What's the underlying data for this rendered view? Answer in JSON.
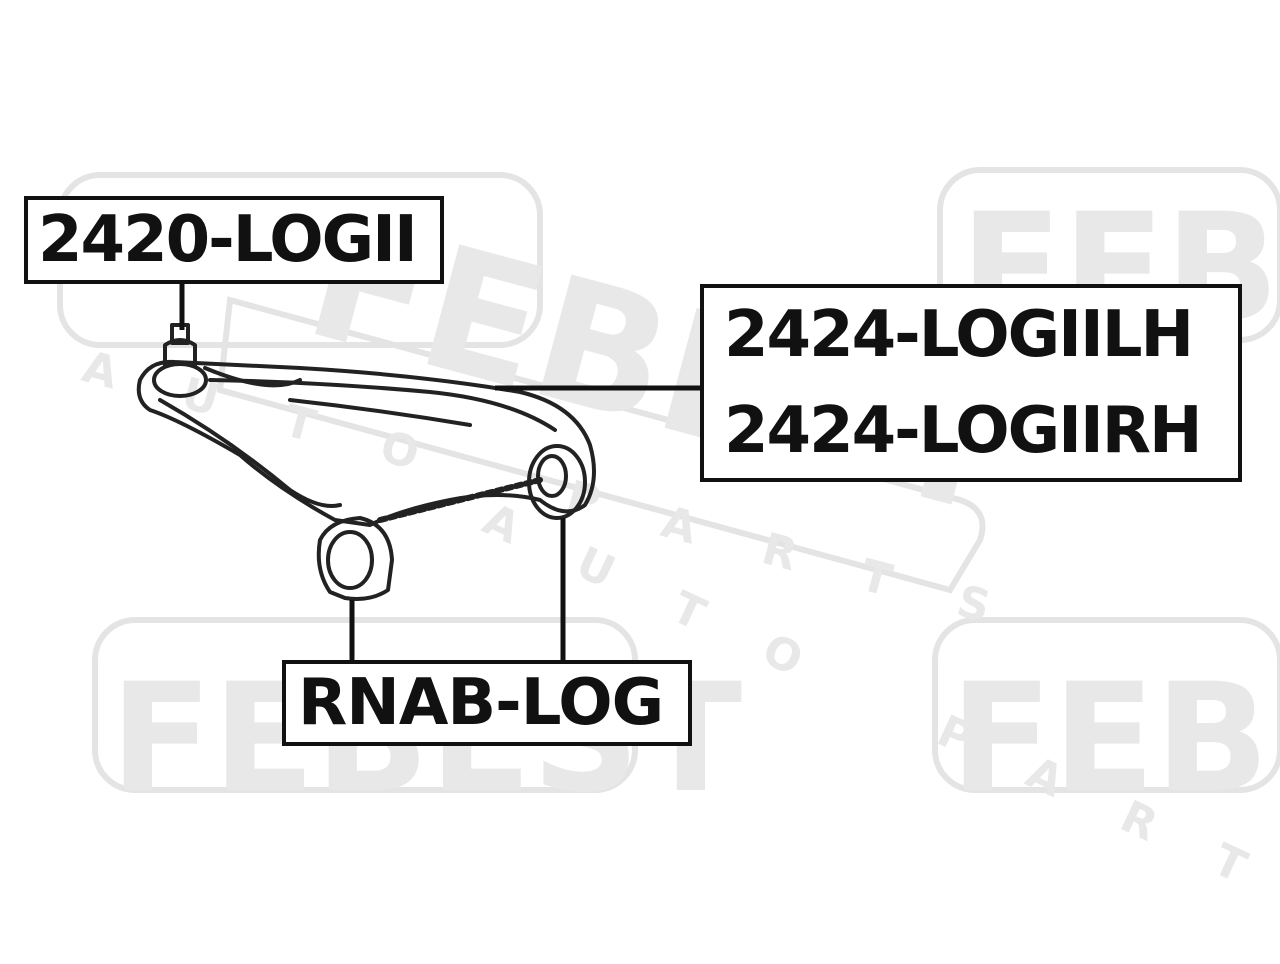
{
  "labels": {
    "ball_joint": "2420-LOGII",
    "arm_left": "2424-LOGIILH",
    "arm_right": "2424-LOGIIRH",
    "bushing": "RNAB-LOG"
  },
  "watermark": {
    "brand": "FEBEST",
    "tagline": "AUTO PARTS"
  },
  "colors": {
    "line": "#111111",
    "watermark": "#e6e6e6"
  }
}
